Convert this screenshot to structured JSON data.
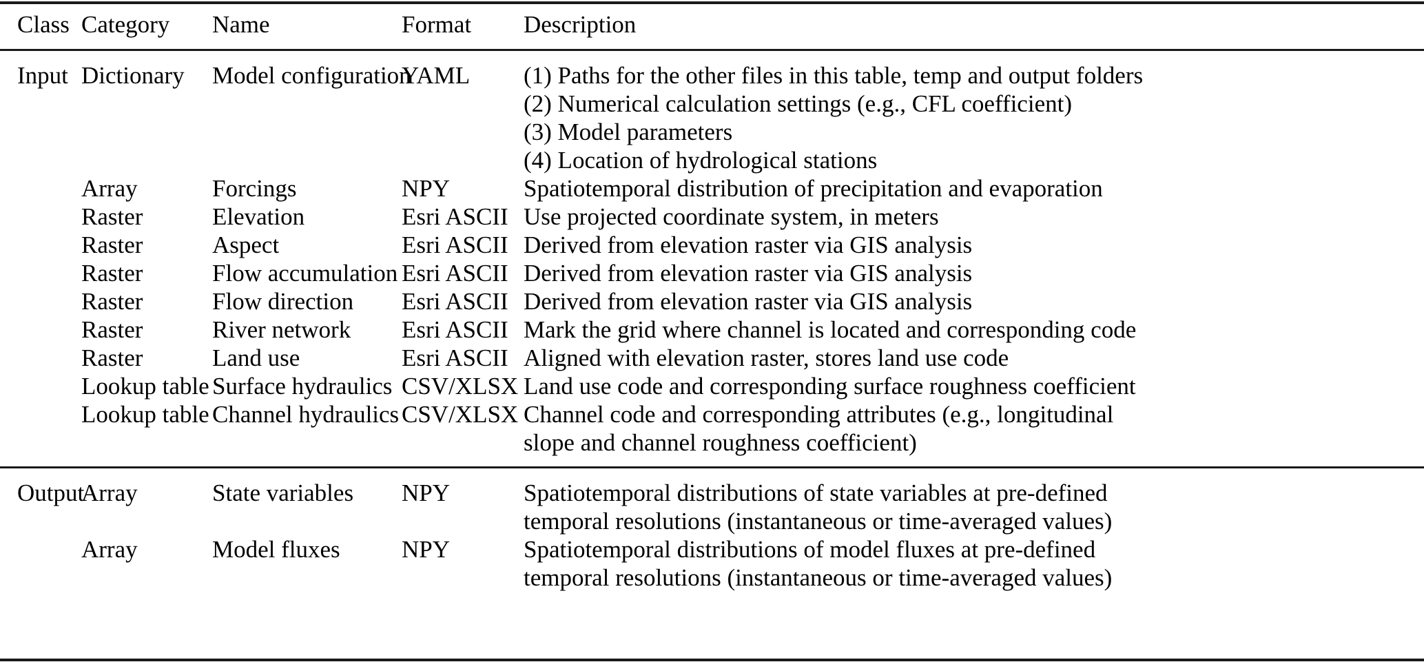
{
  "table": {
    "columns": [
      {
        "key": "class",
        "label": "Class"
      },
      {
        "key": "category",
        "label": "Category"
      },
      {
        "key": "name",
        "label": "Name"
      },
      {
        "key": "format",
        "label": "Format"
      },
      {
        "key": "description",
        "label": "Description"
      }
    ],
    "sections": [
      {
        "id": "input",
        "class_label": "Input",
        "rows": [
          {
            "class": "Input",
            "category": "Dictionary",
            "name": "Model configuration",
            "format": "YAML",
            "description_lines": [
              "(1) Paths for the other files in this table, temp and output folders",
              "(2) Numerical calculation settings (e.g., CFL coefficient)",
              "(3) Model parameters",
              "(4) Location of hydrological stations"
            ]
          },
          {
            "class": "",
            "category": "Array",
            "name": "Forcings",
            "format": "NPY",
            "description_lines": [
              "Spatiotemporal distribution of precipitation and evaporation"
            ]
          },
          {
            "class": "",
            "category": "Raster",
            "name": "Elevation",
            "format": "Esri ASCII",
            "description_lines": [
              "Use projected coordinate system, in meters"
            ]
          },
          {
            "class": "",
            "category": "Raster",
            "name": "Aspect",
            "format": "Esri ASCII",
            "description_lines": [
              "Derived from elevation raster via GIS analysis"
            ]
          },
          {
            "class": "",
            "category": "Raster",
            "name": "Flow accumulation",
            "format": "Esri ASCII",
            "description_lines": [
              "Derived from elevation raster via GIS analysis"
            ]
          },
          {
            "class": "",
            "category": "Raster",
            "name": "Flow direction",
            "format": "Esri ASCII",
            "description_lines": [
              "Derived from elevation raster via GIS analysis"
            ]
          },
          {
            "class": "",
            "category": "Raster",
            "name": "River network",
            "format": "Esri ASCII",
            "description_lines": [
              "Mark the grid where channel is located and corresponding code"
            ]
          },
          {
            "class": "",
            "category": "Raster",
            "name": "Land use",
            "format": "Esri ASCII",
            "description_lines": [
              "Aligned with elevation raster, stores land use code"
            ]
          },
          {
            "class": "",
            "category": "Lookup table",
            "name": "Surface hydraulics",
            "format": "CSV/XLSX",
            "description_lines": [
              "Land use code and corresponding surface roughness coefficient"
            ]
          },
          {
            "class": "",
            "category": "Lookup table",
            "name": "Channel hydraulics",
            "format": "CSV/XLSX",
            "description_lines": [
              "Channel code and corresponding attributes (e.g., longitudinal",
              "slope and channel roughness coefficient)"
            ]
          }
        ]
      },
      {
        "id": "output",
        "class_label": "Output",
        "rows": [
          {
            "class": "Output",
            "category": "Array",
            "name": "State variables",
            "format": "NPY",
            "description_lines": [
              "Spatiotemporal distributions of state variables at pre-defined",
              "temporal resolutions (instantaneous or time-averaged values)"
            ]
          },
          {
            "class": "",
            "category": "Array",
            "name": "Model fluxes",
            "format": "NPY",
            "description_lines": [
              "Spatiotemporal distributions of model fluxes at pre-defined",
              "temporal resolutions (instantaneous or time-averaged values)"
            ]
          }
        ]
      }
    ]
  },
  "style": {
    "rule_color": "#1a1a1a",
    "text_color": "#000000",
    "background": "#ffffff"
  }
}
